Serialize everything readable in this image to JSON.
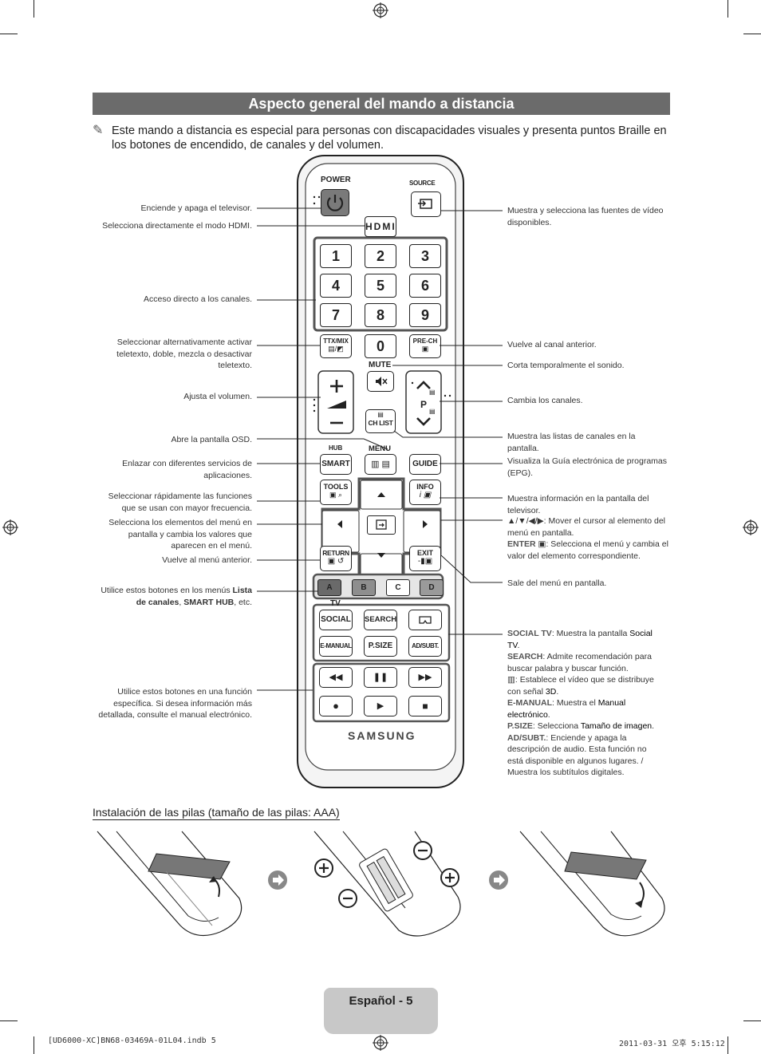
{
  "header": {
    "title": "Aspecto general del mando a distancia"
  },
  "note": {
    "icon": "pencil-note-icon",
    "text": "Este mando a distancia es especial para personas con discapacidades visuales y presenta puntos Braille en los botones de encendido, de canales y del volumen."
  },
  "remote": {
    "power": "POWER",
    "source": "SOURCE",
    "hdmi": "HDMI",
    "digits": [
      "1",
      "2",
      "3",
      "4",
      "5",
      "6",
      "7",
      "8",
      "9"
    ],
    "zero": "0",
    "ttx": "TTX/MIX",
    "prech": "PRE-CH",
    "mute": "MUTE",
    "p": "P",
    "chlist": "CH LIST",
    "hub": "HUB",
    "menu": "MENU",
    "smart": "SMART",
    "guide": "GUIDE",
    "tools": "TOOLS",
    "info": "INFO",
    "return": "RETURN",
    "exit": "EXIT",
    "colors": [
      "A",
      "B",
      "C",
      "D"
    ],
    "tv": "TV",
    "social": "SOCIAL",
    "search": "SEARCH",
    "emanual": "E-MANUAL",
    "psize": "P.SIZE",
    "adsubt": "AD/SUBT.",
    "brand": "SAMSUNG"
  },
  "labels_left": {
    "power": "Enciende y apaga el televisor.",
    "hdmi": "Selecciona directamente el modo HDMI.",
    "channels": "Acceso directo a los canales.",
    "ttx": "Seleccionar alternativamente activar teletexto, doble, mezcla o desactivar teletexto.",
    "volume": "Ajusta el volumen.",
    "osd": "Abre la pantalla OSD.",
    "smart": "Enlazar con diferentes servicios de aplicaciones.",
    "tools": "Seleccionar rápidamente las funciones que se usan con mayor frecuencia.",
    "menu_items": "Selecciona los elementos del menú en pantalla y cambia los valores que aparecen en el menú.",
    "return": "Vuelve al menú anterior.",
    "color_a": "Utilice estos botones en los menús ",
    "color_b": "Lista de canales",
    "color_c": ", ",
    "color_d": "SMART HUB",
    "color_e": ", etc.",
    "playback": "Utilice estos botones en una función específica. Si desea información más detallada, consulte el manual electrónico."
  },
  "labels_right": {
    "source": "Muestra y selecciona las fuentes de vídeo disponibles.",
    "prech": "Vuelve al canal anterior.",
    "mute": "Corta temporalmente el sonido.",
    "channel": "Cambia los canales.",
    "chlist": "Muestra las listas de canales en la pantalla.",
    "guide": "Visualiza la Guía electrónica de programas (EPG).",
    "info": "Muestra información en la pantalla del televisor.",
    "arrows": "▲/▼/◀/▶: Mover el cursor al elemento del menú en pantalla.",
    "enter_key": "ENTER ",
    "enter_text": ": Selecciona el menú y cambia el valor del elemento correspondiente.",
    "exit": "Sale del menú en pantalla.",
    "social_key": "SOCIAL TV",
    "social_text": ": Muestra la pantalla ",
    "social_bold": "Social TV",
    "search_key": "SEARCH",
    "search_text": ": Admite recomendación para buscar palabra y buscar función.",
    "threed_text": ": Establece el vídeo que se distribuye con señal ",
    "threed_bold": "3D",
    "emanual_key": "E-MANUAL",
    "emanual_text": ": Muestra el ",
    "emanual_bold": "Manual electrónico",
    "psize_key": "P.SIZE",
    "psize_text": ": Selecciona ",
    "psize_bold": "Tamaño de imagen",
    "adsubt_key": "AD/SUBT.",
    "adsubt_text": ": Enciende y apaga la descripción de audio. Esta función no está disponible en algunos lugares. / Muestra los subtítulos digitales."
  },
  "batteries": {
    "title": "Instalación de las pilas (tamaño de las pilas: AAA)"
  },
  "footer": {
    "page": "Español - 5",
    "file": "[UD6000-XC]BN68-03469A-01L04.indb   5",
    "date": "2011-03-31   오후 5:15:12"
  },
  "colors": {
    "header_bg": "#6b6b6b",
    "footer_tab": "#c8c8c8",
    "remote_body": "#f2f2f2"
  }
}
